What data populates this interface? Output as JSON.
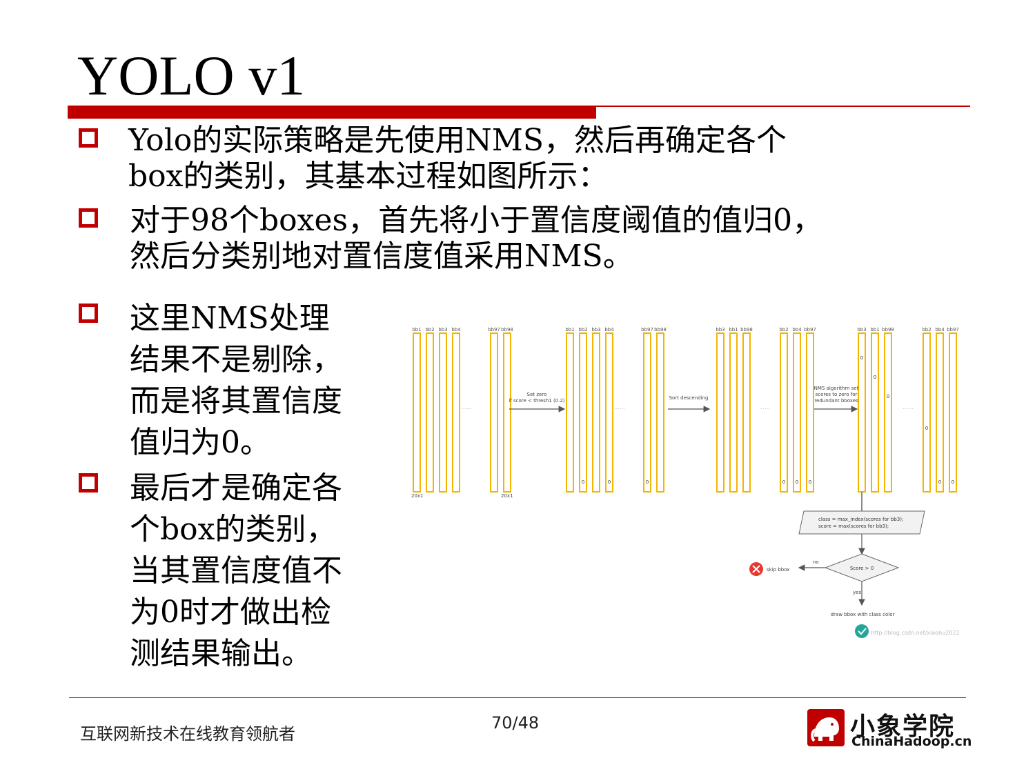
{
  "slide": {
    "title": "YOLO v1",
    "bullets": [
      "Yolo的实际策略是先使用NMS，然后再确定各个\nbox的类别，其基本过程如图所示：",
      "对于98个boxes，首先将小于置信度阈值的值归0，\n然后分类别地对置信度值采用NMS。",
      "这里NMS处理\n结果不是剔除，\n而是将其置信度\n值归为0。",
      "最后才是确定各\n个box的类别，\n当其置信度值不\n为0时才做出检\n测结果输出。"
    ]
  },
  "figure": {
    "group1_labels": [
      "bb1",
      "bb2",
      "bb3",
      "bb4",
      "bb97",
      "bb98"
    ],
    "group2_labels": [
      "bb1",
      "bb2",
      "bb3",
      "bb4",
      "bb97",
      "bb98"
    ],
    "group3_labels": [
      "bb3",
      "bb1",
      "bb98",
      "bb2",
      "bb4",
      "bb97"
    ],
    "group4_labels": [
      "bb3",
      "bb1",
      "bb98",
      "bb2",
      "bb4",
      "bb97"
    ],
    "dim_label_left": "20x1",
    "dim_label_right": "20x1",
    "step1_line1": "Set zero",
    "step1_line2": "if score < thresh1 (0.2)",
    "step2": "Sort descending",
    "step3_line1": "NMS algorithm set",
    "step3_line2": "scores to zero for",
    "step3_line3": "redundant bboxes",
    "process_line1": "class = max_index(scores for bb3);",
    "process_line2": "score = max(scores for bb3);",
    "decision": "Score > 0",
    "no_label": "no",
    "yes_label": "yes",
    "skip_label": "skip bbox",
    "draw_label": "draw bbox with class color",
    "watermark": "http://blog.csdn.net/xiaohu2022",
    "zero": "0"
  },
  "footer": {
    "tagline": "互联网新技术在线教育领航者",
    "page": "70/48"
  },
  "logo": {
    "name_cn": "小象学院",
    "name_en": "ChinaHadoop.cn"
  },
  "colors": {
    "accent": "#c00000",
    "column": "#f4b400",
    "arrow": "#555555",
    "skip_icon": "#e53935",
    "check_icon": "#26a69a"
  }
}
